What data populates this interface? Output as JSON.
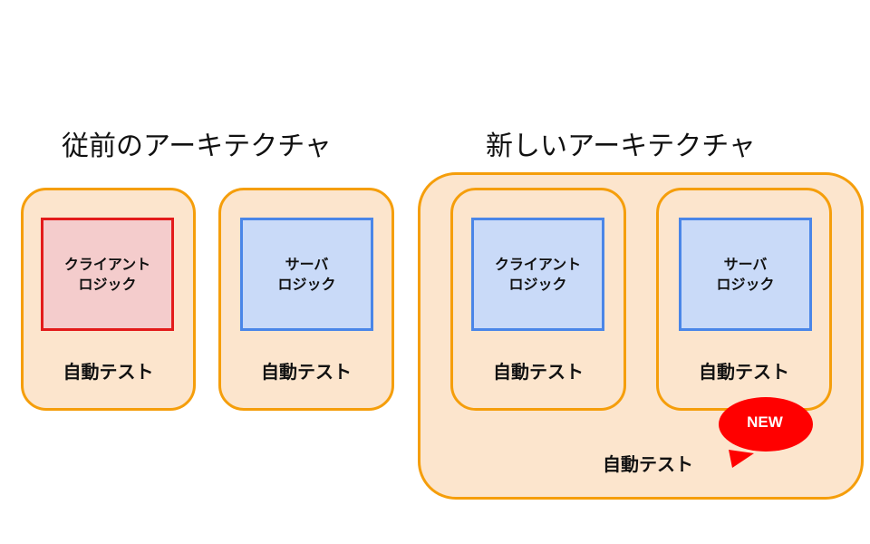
{
  "old_architecture": {
    "title": "従前のアーキテクチャ",
    "client_box": {
      "logic_line1": "クライアント",
      "logic_line2": "ロジック",
      "test_label": "自動テスト"
    },
    "server_box": {
      "logic_line1": "サーバ",
      "logic_line2": "ロジック",
      "test_label": "自動テスト"
    }
  },
  "new_architecture": {
    "title": "新しいアーキテクチャ",
    "client_box": {
      "logic_line1": "クライアント",
      "logic_line2": "ロジック",
      "test_label": "自動テスト"
    },
    "server_box": {
      "logic_line1": "サーバ",
      "logic_line2": "ロジック",
      "test_label": "自動テスト"
    },
    "outer_test_label": "自動テスト",
    "badge": "NEW"
  },
  "colors": {
    "container_fill": "#fce5cd",
    "container_border": "#f59e0b",
    "client_old_fill": "#f4cccc",
    "client_old_border": "#e31b1b",
    "logic_fill": "#c9daf8",
    "logic_border": "#4a86e8",
    "badge": "#ff0000"
  }
}
